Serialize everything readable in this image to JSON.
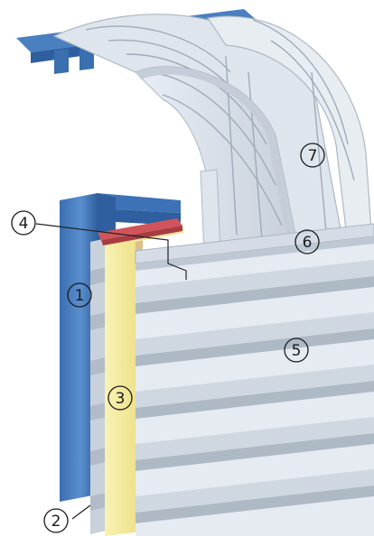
{
  "diagram": {
    "callouts": [
      {
        "id": "c1",
        "label": "1"
      },
      {
        "id": "c2",
        "label": "2"
      },
      {
        "id": "c3",
        "label": "3"
      },
      {
        "id": "c4",
        "label": "4"
      },
      {
        "id": "c5",
        "label": "5"
      },
      {
        "id": "c6",
        "label": "6"
      },
      {
        "id": "c7",
        "label": "7"
      }
    ],
    "colors": {
      "steel_blue": "#4a7fc0",
      "steel_blue_dark": "#2f5f9e",
      "insulation_yellow": "#f6eea0",
      "insulation_tan": "#d9c08a",
      "liner_grey": "#c9d1db",
      "sheet_light": "#e6ebf1",
      "sheet_shadow": "#b9c3cf",
      "roof_light": "#eef2f6",
      "sealant_red": "#d2545a"
    },
    "icons": [
      "cladding-panel-icon",
      "roof-vault-icon",
      "steel-column-icon"
    ]
  }
}
